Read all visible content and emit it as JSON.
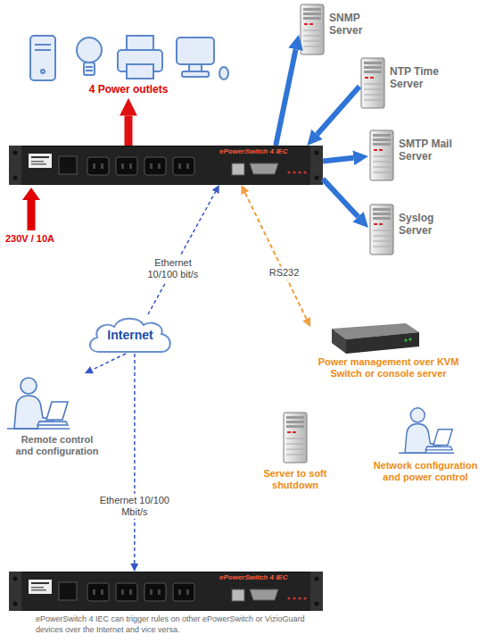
{
  "diagram": {
    "caption": "ePowerSwitch 4 IEC can trigger rules on other ePowerSwitch or VizioGuard devices over the Internet and vice versa.",
    "nodes": [
      {
        "text": [
          "4 Power outlets"
        ]
      },
      {
        "text": [
          "SNMP Server"
        ]
      },
      {
        "text": [
          "NTP Time Server"
        ]
      },
      {
        "text": [
          "ePowerSwitch 4 IEC"
        ]
      },
      {
        "text": [
          "SMTP Mail Server"
        ]
      },
      {
        "text": [
          "Syslog Server"
        ]
      },
      {
        "text": [
          "Internet"
        ]
      },
      {
        "text": [
          "Power management over KVM Switch or console server"
        ]
      },
      {
        "text": [
          "Remote control and configuration"
        ]
      },
      {
        "text": [
          "Server to soft shutdown"
        ]
      },
      {
        "text": [
          "Network configuration and power control"
        ]
      },
      {
        "text": [
          "ePowerSwitch 4 IEC"
        ]
      }
    ],
    "edges": [
      {
        "from": 3,
        "to": 0,
        "arrow": "to"
      },
      {
        "from": 3,
        "to": 1,
        "arrow": "to"
      },
      {
        "from": 2,
        "to": 3,
        "arrow": "to"
      },
      {
        "from": 3,
        "to": 4,
        "arrow": "to"
      },
      {
        "from": 3,
        "to": 5,
        "arrow": "to"
      },
      {
        "from": 6,
        "to": 3,
        "arrow": "to",
        "label": "Ethernet 10/100 bit/s"
      },
      {
        "from": 3,
        "to": 7,
        "arrow": "both",
        "label": "RS232"
      },
      {
        "from": 6,
        "to": 8,
        "arrow": "to"
      },
      {
        "from": 6,
        "to": 11,
        "arrow": "to",
        "label": "Ethernet 10/100 Mbit/s"
      }
    ],
    "labels": [
      "230V / 10A"
    ]
  }
}
